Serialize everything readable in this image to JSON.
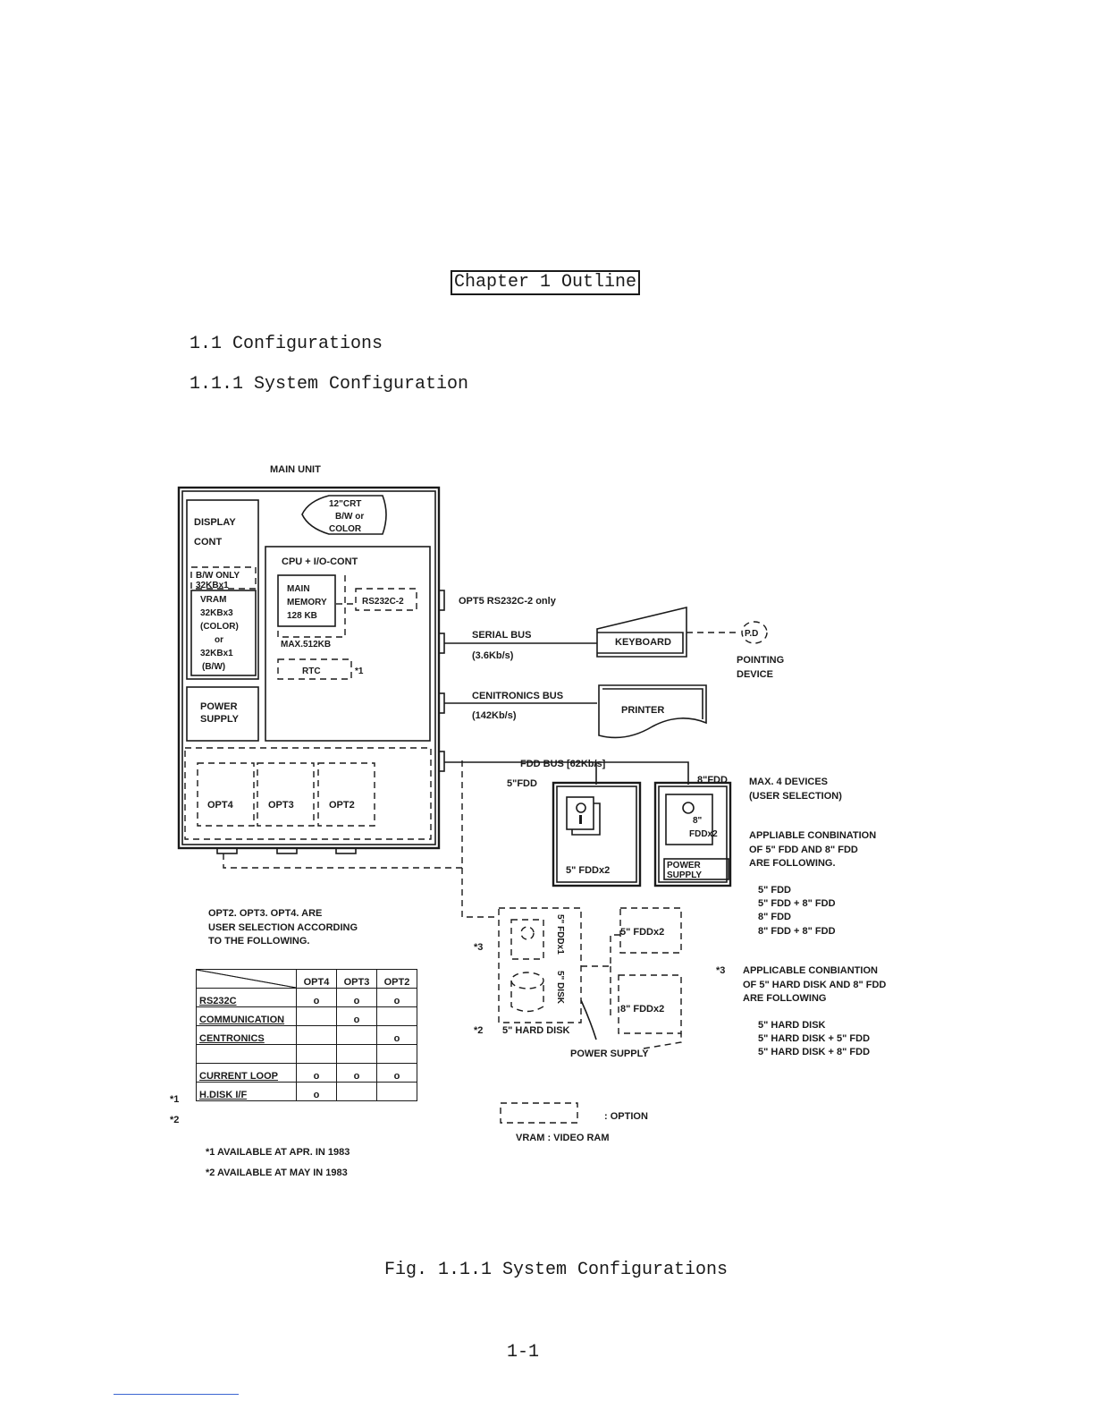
{
  "header": {
    "chapter": "Chapter 1  Outline"
  },
  "sections": {
    "s1": "1.1  Configurations",
    "s11": "1.1.1  System Configuration"
  },
  "diagram": {
    "main_unit": "MAIN UNIT",
    "crt": [
      "12\"CRT",
      "B/W or",
      "COLOR"
    ],
    "display_cont": [
      "DISPLAY",
      "CONT"
    ],
    "bw_only": [
      "B/W ONLY",
      "32KBx1"
    ],
    "vram": [
      "VRAM",
      "32KBx3",
      "(COLOR)",
      "or",
      "32KBx1",
      "(B/W)"
    ],
    "power_supply": [
      "POWER",
      "SUPPLY"
    ],
    "cpu": "CPU + I/O-CONT",
    "main_memory": [
      "MAIN",
      "MEMORY",
      "128 KB"
    ],
    "max_memory": "MAX.512KB",
    "rs232c2": "RS232C-2",
    "rtc": "RTC",
    "rtc_note": "*1",
    "opt4": "OPT4",
    "opt3": "OPT3",
    "opt2": "OPT2",
    "opt5": "OPT5 RS232C-2 only",
    "serial_bus": [
      "SERIAL BUS",
      "(3.6Kb/s)"
    ],
    "keyboard": "KEYBOARD",
    "pd": "P.D",
    "pointing": [
      "POINTING",
      "DEVICE"
    ],
    "centronics_bus": [
      "CENITRONICS BUS",
      "(142Kb/s)"
    ],
    "printer": "PRINTER",
    "fdd_bus": "FDD BUS [62Kb/s]",
    "fdd5": "5\"FDD",
    "fdd8": "8\"FDD",
    "fdd5x2": "5\" FDDx2",
    "fdd8x2": [
      "8\"",
      "FDDx2"
    ],
    "power_supply2": [
      "POWER",
      "SUPPLY"
    ],
    "max_devices": [
      "MAX. 4 DEVICES",
      "(USER SELECTION)"
    ],
    "applicable": [
      "APPLIABLE CONBINATION",
      "OF 5\" FDD AND 8\" FDD",
      "ARE FOLLOWING."
    ],
    "combos": [
      "5\" FDD",
      "5\" FDD + 8\" FDD",
      "8\" FDD",
      "8\" FDD + 8\" FDD"
    ],
    "note3_mark": "*3",
    "note3": [
      "APPLICABLE CONBIANTION",
      "OF 5\" HARD DISK AND 8\" FDD",
      "ARE FOLLOWING"
    ],
    "hd_combos": [
      "5\" HARD DISK",
      "5\" HARD DISK + 5\" FDD",
      "5\" HARD DISK + 8\" FDD"
    ],
    "opt_note": [
      "OPT2. OPT3. OPT4. ARE",
      "USER SELECTION ACCORDING",
      "TO THE FOLLOWING."
    ],
    "star3": "*3",
    "star2": "*2",
    "fdd5x1_vert": "5\" FDDx1",
    "disk_vert": "5\" DISK",
    "hard_disk": "5\" HARD DISK",
    "fdd5x2_opt": "5\" FDDx2",
    "fdd8x2_opt": "8\" FDDx2",
    "power_supply_opt": "POWER SUPPLY",
    "legend_option": ": OPTION",
    "legend_vram": "VRAM : VIDEO RAM"
  },
  "table": {
    "headers": [
      "OPT4",
      "OPT3",
      "OPT2"
    ],
    "rows": [
      {
        "mark": "",
        "label": "RS232C",
        "cells": [
          "o",
          "o",
          "o"
        ]
      },
      {
        "mark": "",
        "label": "COMMUNICATION",
        "cells": [
          "",
          "o",
          ""
        ]
      },
      {
        "mark": "",
        "label": "CENTRONICS",
        "cells": [
          "",
          "",
          "o"
        ]
      },
      {
        "mark": "",
        "label": "",
        "cells": [
          "",
          "",
          ""
        ]
      },
      {
        "mark": "*1",
        "label": "CURRENT LOOP",
        "cells": [
          "o",
          "o",
          "o"
        ]
      },
      {
        "mark": "*2",
        "label": "H.DISK I/F",
        "cells": [
          "o",
          "",
          ""
        ]
      }
    ]
  },
  "footnotes": [
    "*1  AVAILABLE AT APR. IN 1983",
    "*2  AVAILABLE AT MAY IN 1983"
  ],
  "caption": "Fig. 1.1.1  System Configurations",
  "page_number": "1-1"
}
